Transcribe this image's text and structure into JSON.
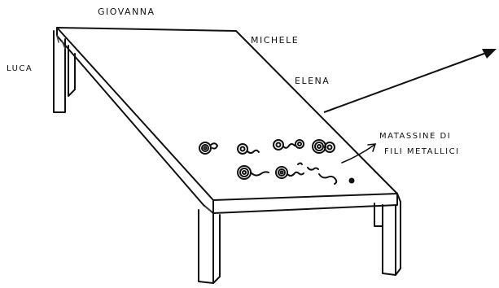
{
  "labels": {
    "giovanna": "GIOVANNA",
    "michele": "MICHELE",
    "luca": "LUCA",
    "elena": "ELENA",
    "callout_line1": "MATASSINE DI",
    "callout_line2": "FILI METALLICI"
  },
  "colors": {
    "ink": "#111111",
    "shade": "#444444",
    "paper": "#ffffff"
  },
  "objects": [
    "table",
    "wire-coils",
    "arrow-icon",
    "callout-arrow-icon"
  ]
}
